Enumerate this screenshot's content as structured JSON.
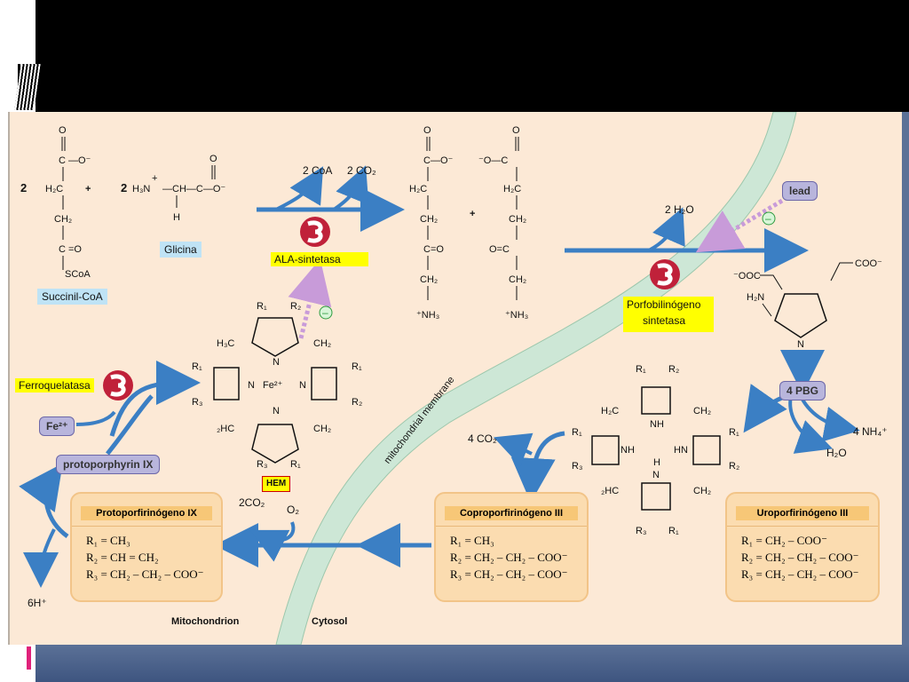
{
  "labels": {
    "glicina": "Glicina",
    "succinil_coa": "Succinil-CoA",
    "ala_sintetasa": "ALA-sintetasa",
    "lead": "lead",
    "porfobilinogeno_line1": "Porfobilinógeno",
    "porfobilinogeno_line2": "sintetasa",
    "ferroquelatasa": "Ferroquelatasa",
    "fe": "Fe²⁺",
    "protoporphyrin": "protoporphyrin IX",
    "hem": "HEM",
    "pbg": "4 PBG",
    "mito_membrane": "mitochondrial membrane",
    "mitochondrion": "Mitochondrion",
    "cytosol": "Cytosol"
  },
  "reaction": {
    "two_coa": "2 CoA",
    "two_co2": "2 CO₂",
    "two_h2o": "2 H₂O",
    "four_co2": "4 CO₂",
    "four_nh4": "4 NH₄⁺",
    "h2o": "H₂O",
    "six_h": "6H⁺",
    "two_co2_mito": "2CO₂",
    "o2": "O₂"
  },
  "boxes": {
    "protoporfirinogeno": {
      "title": "Protoporfirinógeno IX",
      "r1": "R₁ = CH₃",
      "r2": "R₂ = CH = CH₂",
      "r3": "R₃ = CH₂ – CH₂ – COO⁻"
    },
    "coproporfirinogeno": {
      "title": "Coproporfirinógeno III",
      "r1": "R₁ = CH₃",
      "r2": "R₂ = CH₂ – CH₂ – COO⁻",
      "r3": "R₃ = CH₂ – CH₂ – COO⁻"
    },
    "uroporfirinogeno": {
      "title": "Uroporfirinógeno III",
      "r1": "R₁ = CH₂ – COO⁻",
      "r2": "R₂ = CH₂ – CH₂ – COO⁻",
      "r3": "R₃ = CH₂ – CH₂ – COO⁻"
    }
  },
  "colors": {
    "arrow": "#3b7fc4",
    "membrane": "#cde7d6",
    "inhibit": "#c89bd9",
    "enzyme": "#c0213a"
  }
}
